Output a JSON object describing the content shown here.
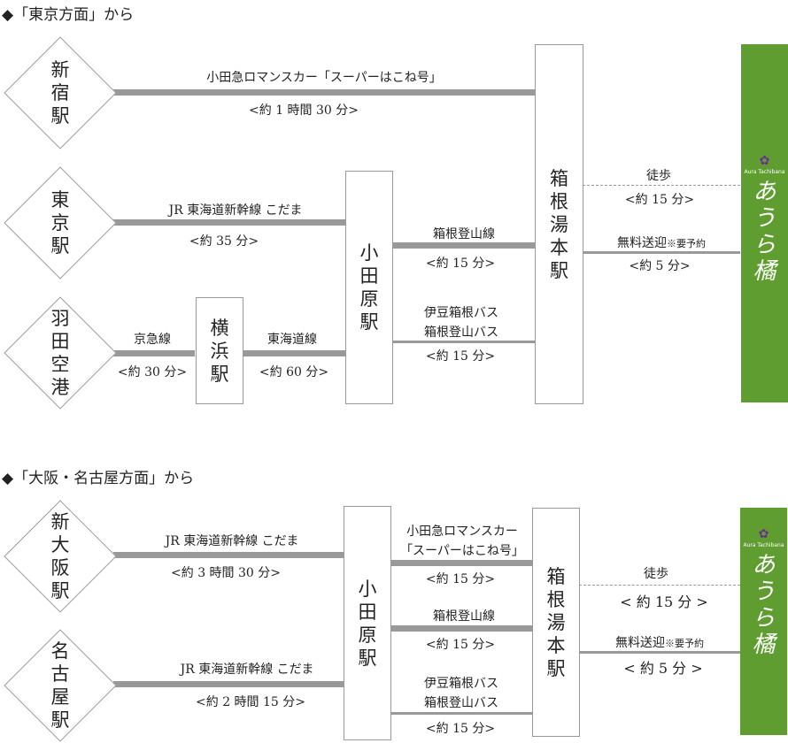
{
  "section1": {
    "heading": "◆「東京方面」から",
    "stations": {
      "shinjuku": [
        "新",
        "宿",
        "駅"
      ],
      "tokyo": [
        "東",
        "京",
        "駅"
      ],
      "haneda": [
        "羽",
        "田",
        "空",
        "港"
      ],
      "yokohama": [
        "横",
        "浜",
        "駅"
      ],
      "odawara": [
        "小",
        "田",
        "原",
        "駅"
      ],
      "hakone_yumoto": [
        "箱",
        "根",
        "湯",
        "本",
        "駅"
      ]
    },
    "routes": {
      "romancecar": {
        "name": "小田急ロマンスカー「スーパーはこね号」",
        "time": "<約 1 時間 30 分>"
      },
      "shinkansen": {
        "name": "JR 東海道新幹線 こだま",
        "time": "<約 35 分>"
      },
      "keikyu": {
        "name": "京急線",
        "time": "<約 30 分>"
      },
      "tokaido": {
        "name": "東海道線",
        "time": "<約 60 分>"
      },
      "tozan": {
        "name": "箱根登山線",
        "time": "<約 15 分>"
      },
      "bus": {
        "name1": "伊豆箱根バス",
        "name2": "箱根登山バス",
        "time": "<約 15 分>"
      },
      "walk": {
        "name": "徒歩",
        "time": "<約 15 分>"
      },
      "shuttle": {
        "name": "無料送迎",
        "note": "※要予約",
        "time": "<約 5 分>"
      }
    }
  },
  "section2": {
    "heading": "◆「大阪・名古屋方面」から",
    "stations": {
      "shin_osaka": [
        "新",
        "大",
        "阪",
        "駅"
      ],
      "nagoya": [
        "名",
        "古",
        "屋",
        "駅"
      ],
      "odawara": [
        "小",
        "田",
        "原",
        "駅"
      ],
      "hakone_yumoto": [
        "箱",
        "根",
        "湯",
        "本",
        "駅"
      ]
    },
    "routes": {
      "shinkansen_osaka": {
        "name": "JR 東海道新幹線 こだま",
        "time": "<約 3 時間 30 分>"
      },
      "shinkansen_nagoya": {
        "name": "JR 東海道新幹線 こだま",
        "time": "<約 2 時間 15 分>"
      },
      "romancecar": {
        "name1": "小田急ロマンスカー",
        "name2": "「スーパーはこね号」",
        "time": "<約 15 分>"
      },
      "tozan": {
        "name": "箱根登山線",
        "time": "<約 15 分>"
      },
      "bus": {
        "name1": "伊豆箱根バス",
        "name2": "箱根登山バス",
        "time": "<約 15 分>"
      },
      "walk": {
        "name": "徒歩",
        "time": "< 約 15 分 >"
      },
      "shuttle": {
        "name": "無料送迎",
        "note": "※要予約",
        "time": "< 約 5 分 >"
      }
    }
  },
  "hotel": {
    "subtitle": "Aura Tachibana",
    "logo": [
      "あ",
      "う",
      "ら",
      "橘"
    ],
    "flower_icon": "flower-icon",
    "color": "#5f9d31"
  }
}
